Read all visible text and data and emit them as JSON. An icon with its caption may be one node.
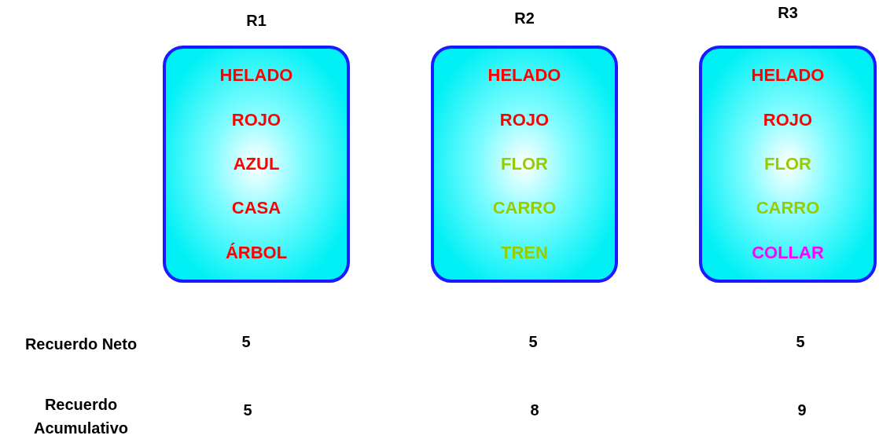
{
  "diagram": {
    "nodes": [
      {
        "text": [
          "R1",
          "HELADO",
          "ROJO",
          "AZUL",
          "CASA",
          "ÁRBOL"
        ]
      },
      {
        "text": [
          "R2",
          "HELADO",
          "ROJO",
          "FLOR",
          "CARRO",
          "TREN"
        ]
      },
      {
        "text": [
          "R3",
          "HELADO",
          "ROJO",
          "FLOR",
          "CARRO",
          "COLLAR"
        ]
      }
    ],
    "labels": [
      "Recuerdo Neto",
      "5",
      "5",
      "5",
      "Recuerdo Acumulativo",
      "5",
      "8",
      "9"
    ]
  }
}
